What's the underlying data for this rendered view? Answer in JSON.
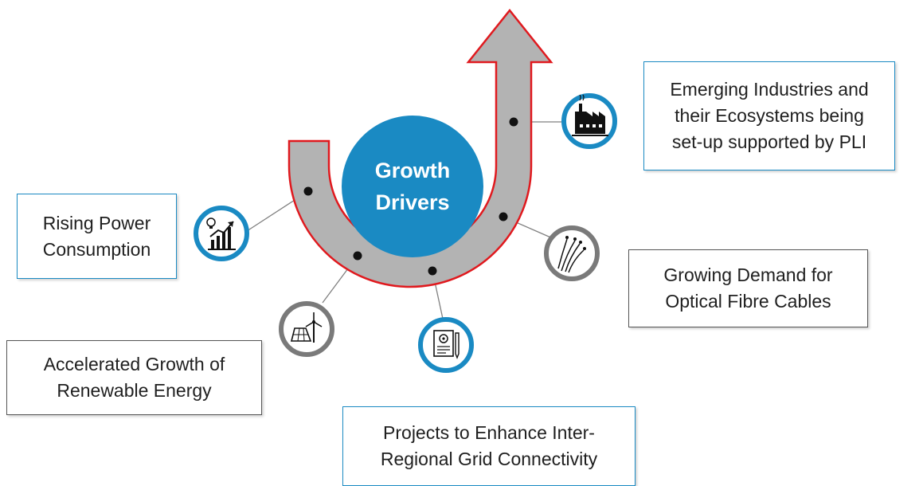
{
  "center": {
    "title": "Growth\nDrivers"
  },
  "drivers": [
    {
      "label": "Emerging Industries and\ntheir Ecosystems being\nset-up supported by PLI",
      "icon": "factory-icon"
    },
    {
      "label": "Rising Power\nConsumption",
      "icon": "power-growth-chart-icon"
    },
    {
      "label": "Growing Demand for\nOptical Fibre Cables",
      "icon": "fibre-cable-icon"
    },
    {
      "label": "Accelerated Growth of\nRenewable Energy",
      "icon": "solar-wind-icon"
    },
    {
      "label": "Projects to Enhance Inter-\nRegional Grid Connectivity",
      "icon": "project-document-gear-icon"
    }
  ],
  "colors": {
    "accent_blue": "#1a8ac3",
    "arrow_gray": "#b3b3b3",
    "arrow_outline": "#e0191e",
    "ring_gray": "#7a7a7a"
  }
}
